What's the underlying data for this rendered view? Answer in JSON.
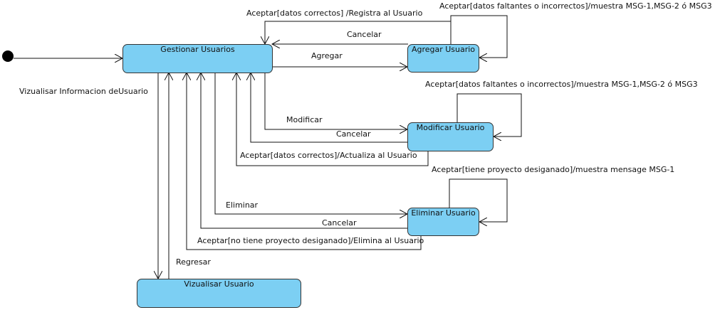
{
  "colors": {
    "state_fill": "#7ccff3",
    "state_border": "#333333",
    "line": "#111111",
    "background": "#ffffff"
  },
  "states": {
    "gestionar": "Gestionar Usuarios",
    "agregar": "Agregar Usuario",
    "modificar": "Modificar Usuario",
    "eliminar": "Eliminar Usuario",
    "visualizar": "Vizualisar Usuario"
  },
  "transitions": {
    "aceptar_registra": "Aceptar[datos correctos] /Registra al Usuario",
    "cancelar_agregar": "Cancelar",
    "agregar": "Agregar",
    "self_agregar": "Aceptar[datos faltantes o incorrectos]/muestra MSG-1,MSG-2 ó MSG3",
    "vizualisar_info": "Vizualisar Informacion deUsuario",
    "self_modificar": "Aceptar[datos faltantes o incorrectos]/muestra MSG-1,MSG-2 ó MSG3",
    "modificar": "Modificar",
    "cancelar_modificar": "Cancelar",
    "aceptar_actualiza": "Aceptar[datos correctos]/Actualiza al Usuario",
    "self_eliminar": "Aceptar[tiene proyecto desiganado]/muestra mensage MSG-1",
    "eliminar": "Eliminar",
    "cancelar_eliminar": "Cancelar",
    "aceptar_elimina": "Aceptar[no tiene proyecto desiganado]/Elimina al Usuario",
    "regresar": "Regresar"
  }
}
